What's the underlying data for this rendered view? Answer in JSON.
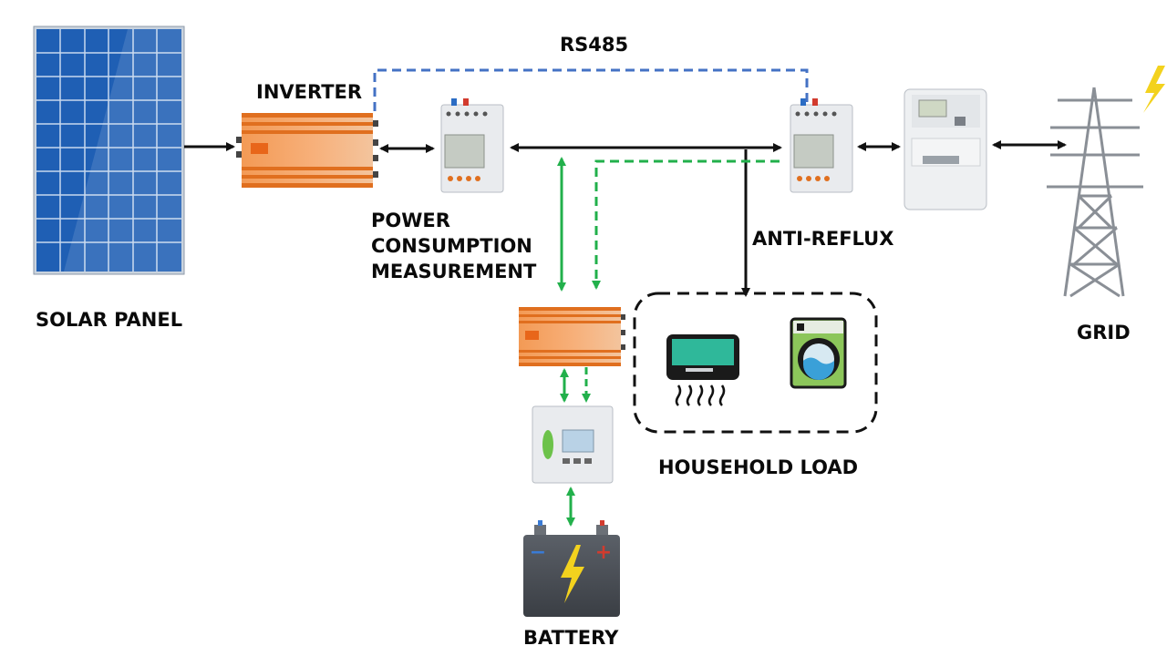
{
  "labels": {
    "solar_panel": "SOLAR PANEL",
    "inverter": "INVERTER",
    "rs485": "RS485",
    "power_consumption_measurement": [
      "POWER",
      "CONSUMPTION",
      "MEASUREMENT"
    ],
    "anti_reflux": "ANTI-REFLUX",
    "household_load": "HOUSEHOLD LOAD",
    "grid": "GRID",
    "battery": "BATTERY"
  },
  "battery_signs": {
    "minus": "−",
    "plus": "+"
  },
  "colors": {
    "power_line": "#111111",
    "rs485_line": "#4472c4",
    "storage_line": "#22b04b",
    "inverter_orange": "#f08a3c",
    "solar_blue": "#1f5fb4",
    "household_border": "#111111"
  }
}
